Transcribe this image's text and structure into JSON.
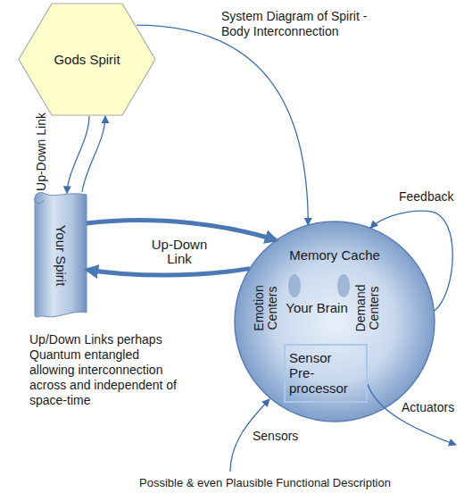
{
  "diagram": {
    "title": "System Diagram of Spirit - Body Interconnection",
    "caption": "Possible & even Plausible Functional Description",
    "nodes": [
      {
        "text": [
          "Gods Spirit"
        ]
      },
      {
        "text": [
          "Your Spirit"
        ]
      },
      {
        "text": [
          "Memory Cache",
          "Emotion Centers",
          "Your Brain",
          "Demand Centers"
        ]
      },
      {
        "text": [
          "Sensor Pre-processor"
        ],
        "in": 2
      }
    ],
    "edges": [
      {
        "from": 1,
        "to": 0,
        "arrow": "both",
        "label": "Up-Down Link"
      },
      {
        "from": 1,
        "to": 2,
        "arrow": "both",
        "label": "Up-Down Link"
      },
      {
        "from": 0,
        "to": 2,
        "arrow": "to"
      },
      {
        "from": 2,
        "to": 2,
        "arrow": "to",
        "label": "Feedback"
      }
    ],
    "labels": [
      "Up/Down Links perhaps Quantum entangled allowing interconnection across and independent of space-time",
      "Sensors",
      "Actuators"
    ]
  }
}
